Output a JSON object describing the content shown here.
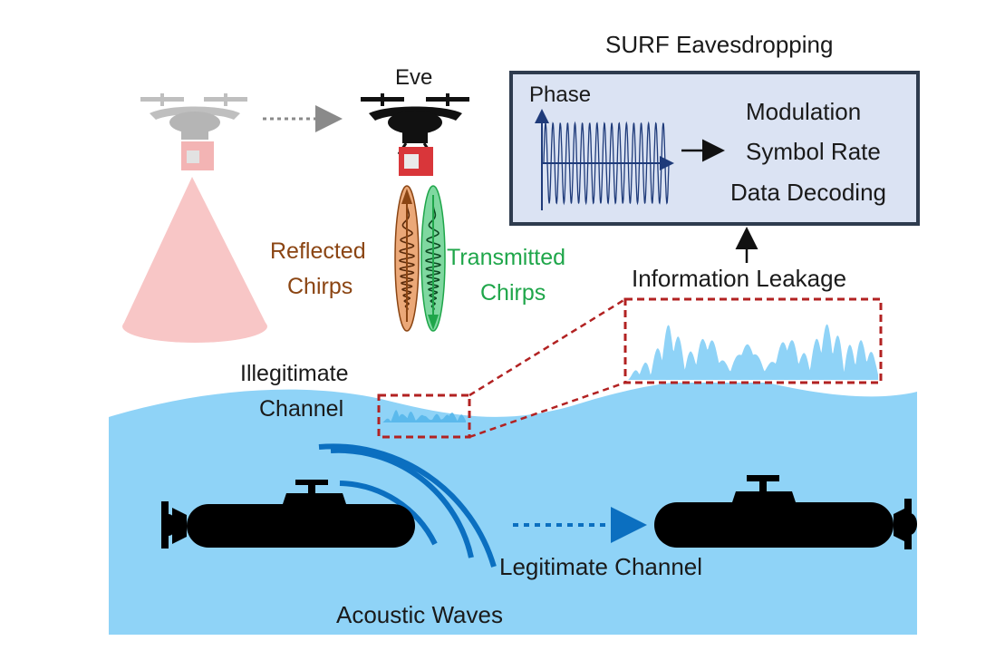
{
  "title": "SURF Eavesdropping",
  "eve_label": "Eve",
  "phase_label": "Phase",
  "analysis_items": [
    "Modulation",
    "Symbol Rate",
    "Data Decoding"
  ],
  "reflected_chirps_label": [
    "Reflected",
    "Chirps"
  ],
  "transmitted_chirps_label": [
    "Transmitted",
    "Chirps"
  ],
  "information_leakage_label": "Information Leakage",
  "illegitimate_channel_label": [
    "Illegitimate",
    "Channel"
  ],
  "legitimate_channel_label": "Legitimate Channel",
  "acoustic_waves_label": "Acoustic Waves",
  "colors": {
    "water": "#8fd3f7",
    "box_fill": "#dbe3f3",
    "box_border": "#2e3b4e",
    "reflected": "#8b4513",
    "transmitted": "#1fa64a",
    "leak_dash": "#b22222",
    "wave_blue": "#0b6fc0",
    "radar_cone": "#f8c6c6"
  }
}
